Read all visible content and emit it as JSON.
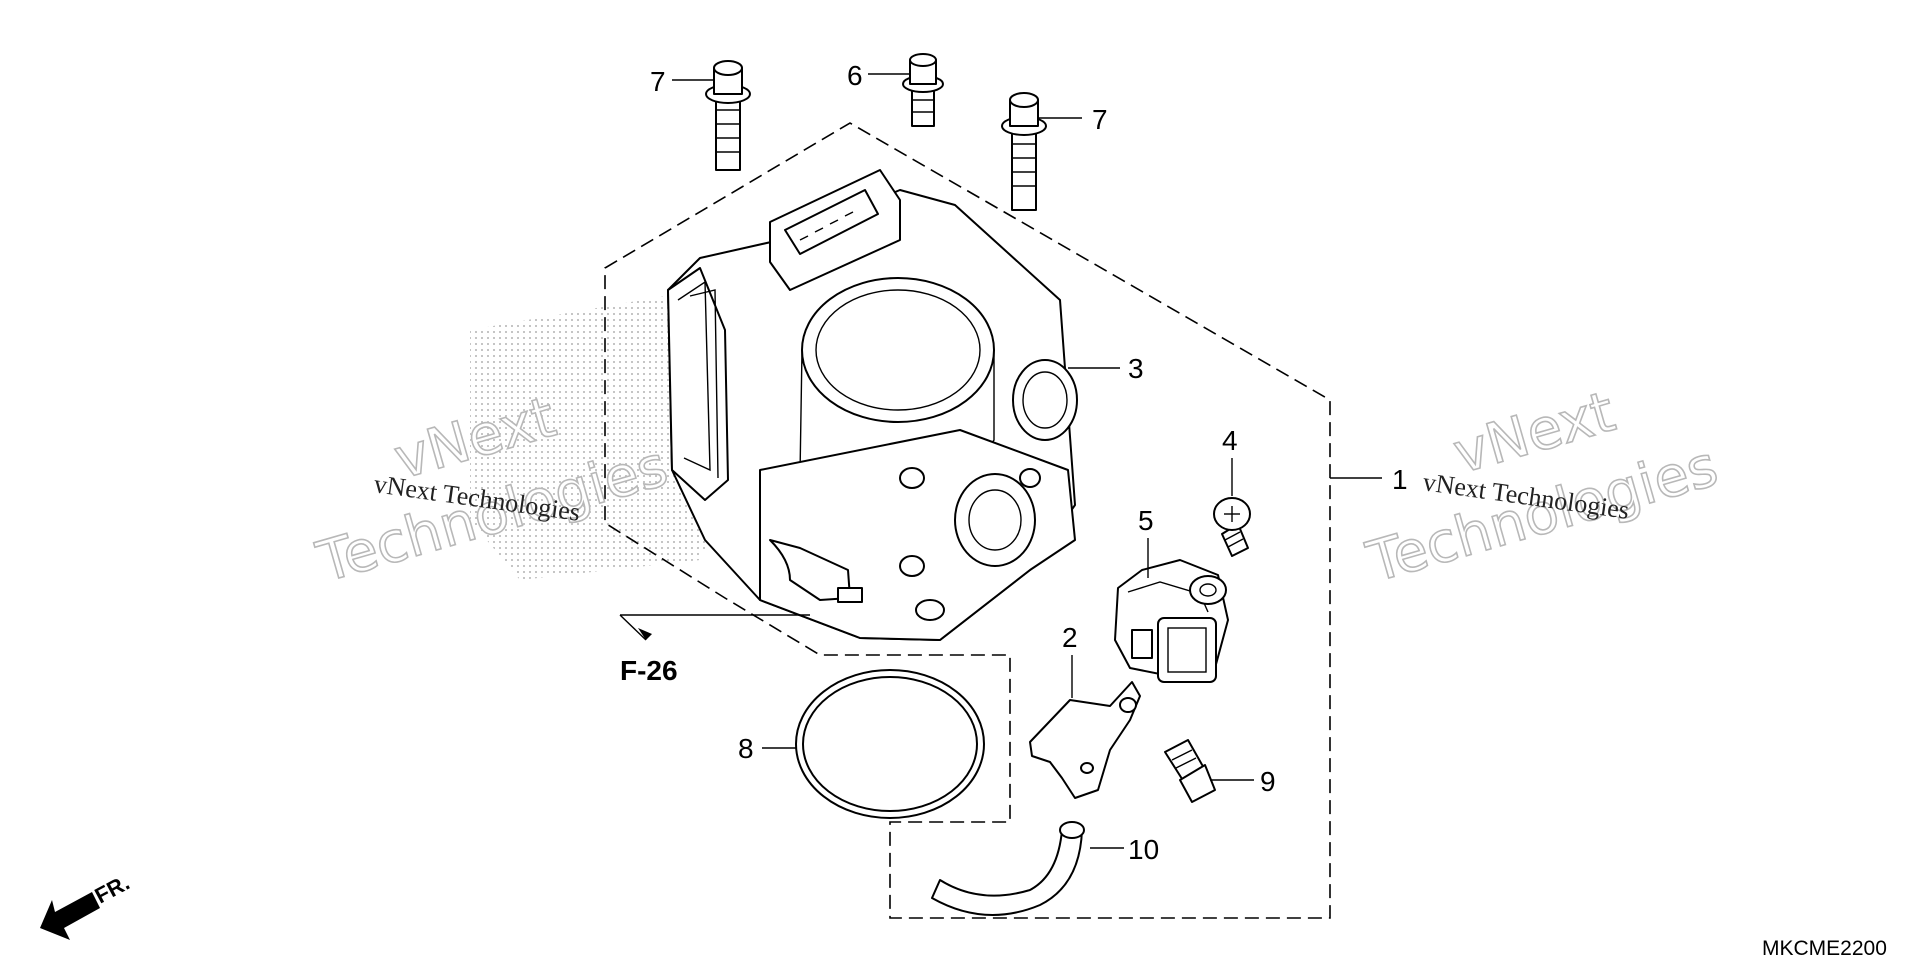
{
  "diagram": {
    "callouts": {
      "c1": "1",
      "c2": "2",
      "c3": "3",
      "c4": "4",
      "c5": "5",
      "c6": "6",
      "c7a": "7",
      "c7b": "7",
      "c8": "8",
      "c9": "9",
      "c10": "10"
    },
    "reference": "F-26",
    "front_marker": "FR.",
    "diagram_code": "MKCME2200"
  },
  "watermark": {
    "left_small": "vNext Technologies",
    "left_big_1": "vNext",
    "left_big_2": "Technologies",
    "right_small": "vNext Technologies",
    "right_big_1": "vNext",
    "right_big_2": "Technologies"
  }
}
